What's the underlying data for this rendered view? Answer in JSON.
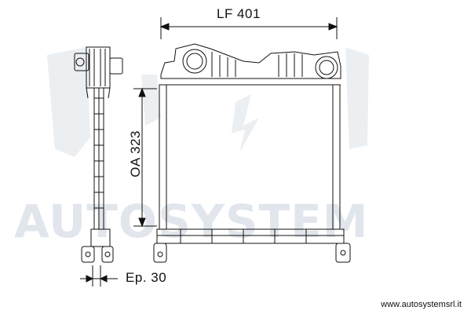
{
  "dimensions": {
    "width_label": "LF 401",
    "height_label": "OA 323",
    "thickness_label": "Ep. 30"
  },
  "watermark": {
    "text": "AUTOSYSTEM"
  },
  "footer": {
    "url": "www.autosystemsrl.it"
  },
  "colors": {
    "line": "#111111",
    "watermark": "#c9d3dd"
  }
}
